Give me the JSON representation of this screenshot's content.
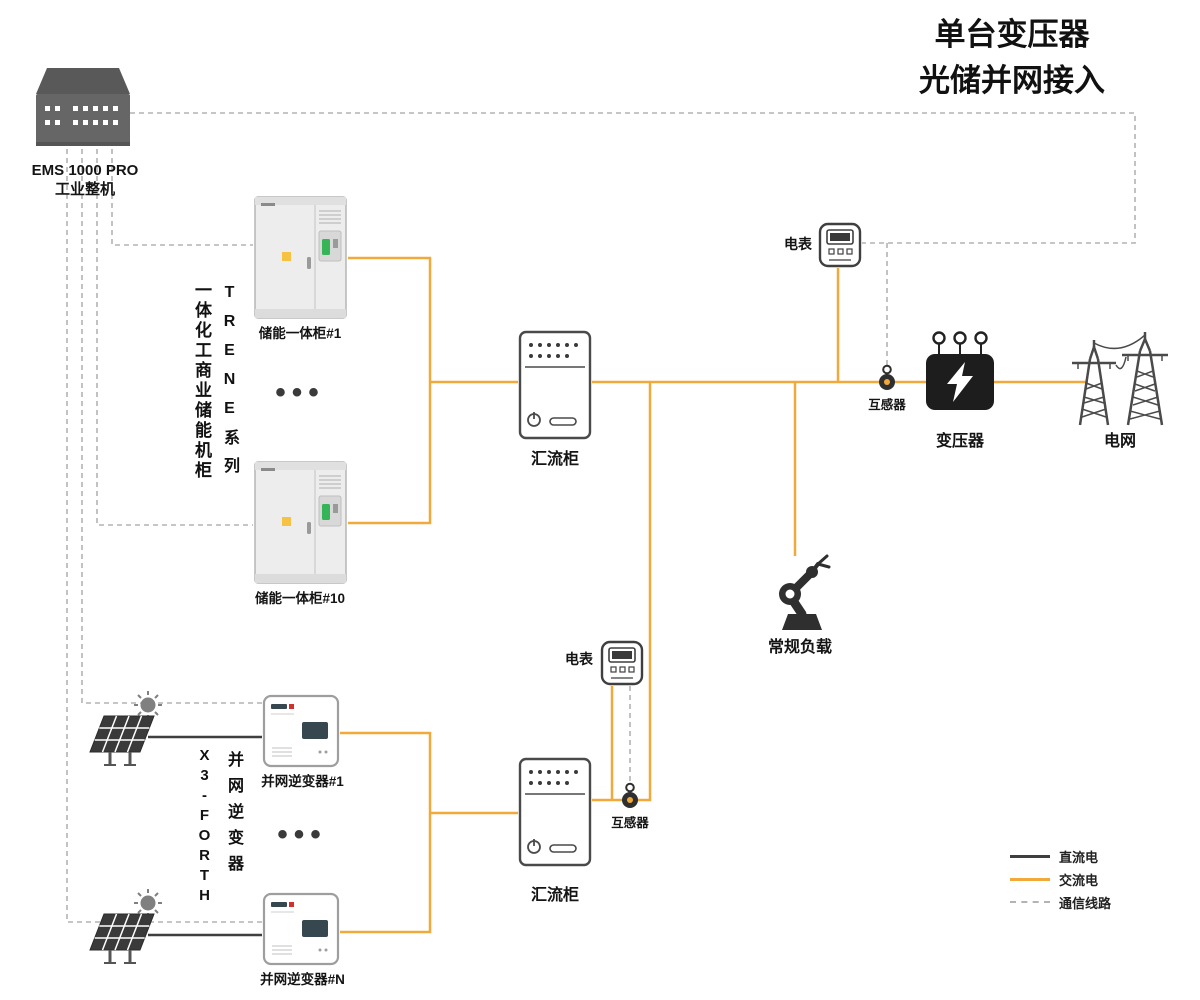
{
  "title": {
    "line1": "单台变压器",
    "line2": "光储并网接入"
  },
  "ems": {
    "name_line1": "EMS 1000 PRO",
    "name_line2": "工业整机"
  },
  "storage_group": {
    "series_label_en": "TRENE系列",
    "series_label_cn": "一体化工商业储能机柜",
    "cabinet_first": "储能一体柜#1",
    "cabinet_last": "储能一体柜#10",
    "ellipsis": "•••"
  },
  "pv_group": {
    "series_label_en": "X3-FORTH",
    "series_label_cn": "并网逆变器",
    "inverter_first": "并网逆变器#1",
    "inverter_last": "并网逆变器#N",
    "ellipsis": "•••"
  },
  "nodes": {
    "combiner_top": "汇流柜",
    "combiner_bottom": "汇流柜",
    "meter_top": "电表",
    "meter_bottom": "电表",
    "ct_top": "互感器",
    "ct_bottom": "互感器",
    "transformer": "变压器",
    "grid": "电网",
    "load": "常规负载"
  },
  "legend": {
    "dc_label": "直流电",
    "ac_label": "交流电",
    "comm_label": "通信线路"
  },
  "colors": {
    "ac_line": "#F2A93B",
    "dc_line": "#3F3F3F",
    "comm_line": "#B3B3B3"
  }
}
